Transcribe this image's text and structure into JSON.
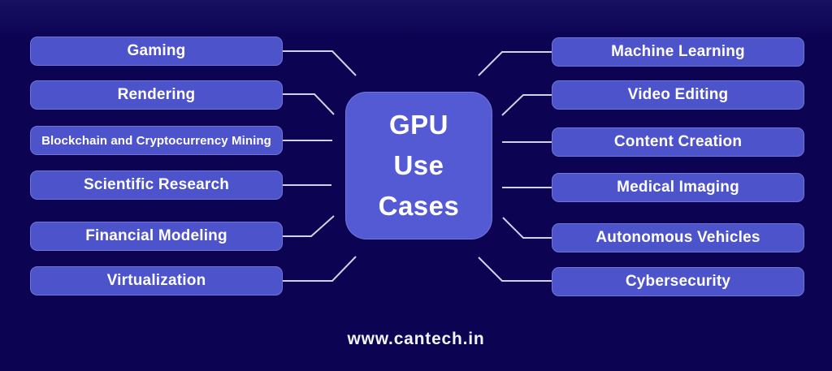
{
  "diagram_title": "GPU Use Cases",
  "colors": {
    "background": "#0c0353",
    "background_top": "#171061",
    "pill_fill": "#4d53cb",
    "center_fill": "#545ad4",
    "connector_line": "#dcdded",
    "text": "#ffffff"
  },
  "center_node": {
    "label": "GPU Use Cases",
    "lines": [
      "GPU",
      "Use",
      "Cases"
    ]
  },
  "left_items": [
    {
      "label": "Gaming"
    },
    {
      "label": "Rendering"
    },
    {
      "label": "Blockchain and Cryptocurrency Mining"
    },
    {
      "label": "Scientific Research"
    },
    {
      "label": "Financial Modeling"
    },
    {
      "label": "Virtualization"
    }
  ],
  "right_items": [
    {
      "label": "Machine Learning"
    },
    {
      "label": "Video Editing"
    },
    {
      "label": "Content Creation"
    },
    {
      "label": "Medical Imaging"
    },
    {
      "label": "Autonomous Vehicles"
    },
    {
      "label": "Cybersecurity"
    }
  ],
  "footer": {
    "website": "www.cantech.in"
  }
}
